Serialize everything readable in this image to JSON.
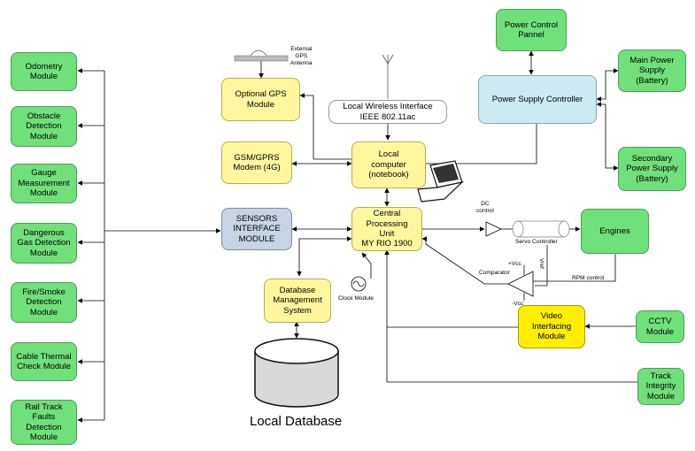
{
  "sensors": [
    "Odometry\nModule",
    "Obstacle\nDetection\nModule",
    "Gauge\nMeasurement\nModule",
    "Dangerous\nGas Detection\nModule",
    "Fire/Smoke\nDetection\nModule",
    "Cable Thermal\nCheck Module",
    "Rail Track\nFaults\nDetection\nModule"
  ],
  "sensors_interface": "SENSORS\nINTERFACE\nMODULE",
  "gps_module": "Optional GPS\nModule",
  "gsm_module": "GSM/GPRS\nModem (4G)",
  "wireless": "Local Wireless Interface\nIEEE 802.11ac",
  "local_computer": "Local\ncomputer\n(notebook)",
  "cpu": "Central\nProcessing\nUnit\nMY RIO 1900",
  "database_mgmt": "Database\nManagement\nSystem",
  "local_database": "Local Database",
  "clock": "Clock Module",
  "power_panel": "Power Control\nPannel",
  "power_controller": "Power Supply Controller",
  "main_power": "Main Power\nSupply\n(Battery)",
  "secondary_power": "Secondary\nPower Supply\n(Battery)",
  "engines": "Engines",
  "servo": "Servo Controller",
  "dc_control": "DC\ncontrol",
  "vcc_plus": "+Vcc",
  "vcc_minus": "-Vcc",
  "comparator": "Comparator",
  "vref": "Vref",
  "rpm_control": "RPM control",
  "video_module": "Video\nInterfacing\nModule",
  "cctv": "CCTV\nModule",
  "track_integrity": "Track\nIntegrity\nModule",
  "gps_antenna": "External\nGPS\nAntenna"
}
